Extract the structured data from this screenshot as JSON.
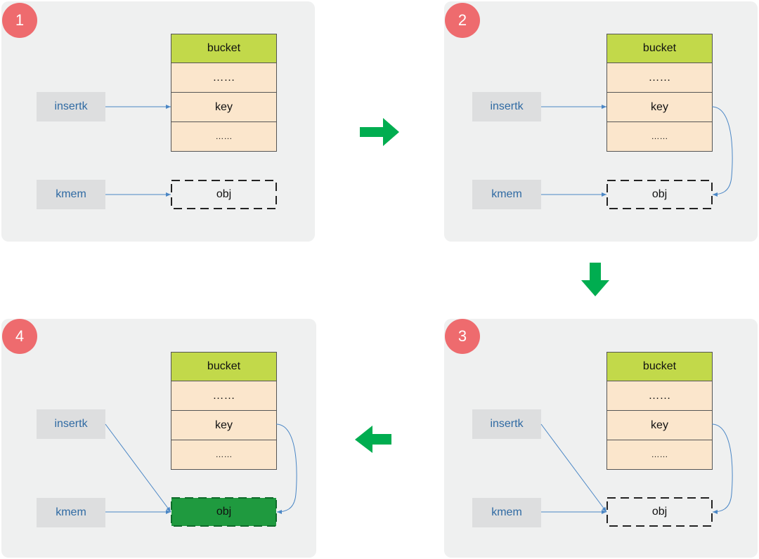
{
  "colors": {
    "panel_bg": "#eff0f0",
    "badge": "#ee6b6e",
    "bucket_head": "#c2d94a",
    "bucket_cell": "#fbe6cc",
    "label_box": "#dddedf",
    "label_text": "#2f6aa3",
    "arrow_line": "#4a86c5",
    "step_arrow": "#00ad50",
    "freed_obj": "#1f9a3f"
  },
  "steps": [
    {
      "number": "1",
      "insert_label": "insertk",
      "kmem_label": "kmem",
      "bucket_header": "bucket",
      "cells": [
        "……",
        "key",
        "……"
      ],
      "obj_label": "obj"
    },
    {
      "number": "2",
      "insert_label": "insertk",
      "kmem_label": "kmem",
      "bucket_header": "bucket",
      "cells": [
        "……",
        "key",
        "……"
      ],
      "obj_label": "obj"
    },
    {
      "number": "3",
      "insert_label": "insertk",
      "kmem_label": "kmem",
      "bucket_header": "bucket",
      "cells": [
        "……",
        "key",
        "……"
      ],
      "obj_label": "obj"
    },
    {
      "number": "4",
      "insert_label": "insertk",
      "kmem_label": "kmem",
      "bucket_header": "bucket",
      "cells": [
        "……",
        "key",
        "……"
      ],
      "obj_label": "obj"
    }
  ],
  "step_arrows": [
    "right-arrow-icon",
    "down-arrow-icon",
    "left-arrow-icon"
  ]
}
